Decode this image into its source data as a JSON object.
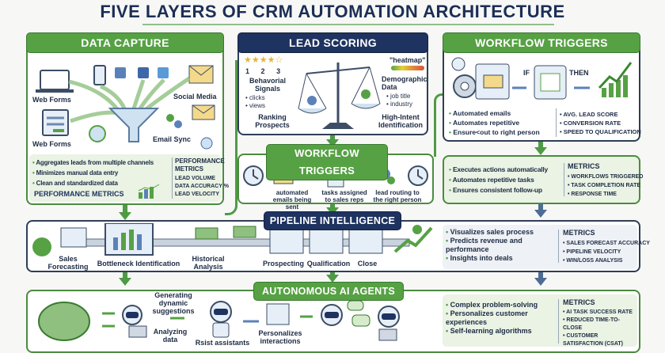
{
  "title": "FIVE LAYERS OF CRM AUTOMATION ARCHITECTURE",
  "colors": {
    "green": "#56a144",
    "navy": "#1f3360",
    "light_green": "#eaf3e4"
  },
  "data_capture": {
    "header": "DATA CAPTURE",
    "labels": [
      "Web Forms",
      "Web Forms",
      "Social Media",
      "Email Sync"
    ],
    "bullets": [
      "Aggregates leads from multiple channels",
      "Minimizes manual data entry",
      "Clean and standardized data"
    ],
    "perf_label": "PERFORMANCE METRICS",
    "metrics_title": "PERFORMANCE METRICS",
    "metrics": [
      "LEAD VOLUME",
      "DATA ACCURACY %",
      "LEAD VELOCITY"
    ]
  },
  "lead_scoring": {
    "header": "LEAD SCORING",
    "star_numbers": [
      "1",
      "2",
      "3"
    ],
    "behavioral": "Behavorial Signals",
    "behavioral_items": [
      "clicks",
      "views"
    ],
    "ranking": "Ranking Prospects",
    "heatmap": "\"heatmap\"",
    "demographic": "Demographic Data",
    "demographic_items": [
      "job title",
      "industry"
    ],
    "high_intent": "High-Intent Identification"
  },
  "workflow_mid": {
    "header": "WORKFLOW TRIGGERS",
    "steps": [
      "automated emails being sent",
      "tasks assigned to sales reps",
      "lead routing to the right person"
    ]
  },
  "workflow_right": {
    "header": "WORKFLOW TRIGGERS",
    "if_label": "IF",
    "then_label": "THEN",
    "bullets": [
      "Automated emails",
      "Automates repetitive",
      "Ensure<out to right person"
    ],
    "metrics": [
      "AVG. LEAD SCORE",
      "CONVERSION RATE",
      "SPEED TO QUALIFICATION"
    ]
  },
  "workflow_metrics": {
    "bullets": [
      "Executes actions automatically",
      "Automates repetitive tasks",
      "Ensures consistent follow-up"
    ],
    "metrics_title": "METRICS",
    "metrics": [
      "WORKFLOWS TRIGGERED",
      "TASK COMPLETION RATE",
      "RESPONSE TIME"
    ]
  },
  "pipeline": {
    "header": "PIPELINE INTELLIGENCE",
    "labels": [
      "Sales Forecasting",
      "Bottleneck Identification",
      "Historical Analysis",
      "Prospecting",
      "Qualification",
      "Close"
    ],
    "bullets": [
      "Visualizes sales process",
      "Predicts revenue and performance",
      "Insights into deals"
    ],
    "metrics_title": "METRICS",
    "metrics": [
      "SALES FORECAST ACCURACY",
      "PIPELINE VELOCITY",
      "WIN/LOSS ANALYSIS"
    ]
  },
  "agents": {
    "header": "AUTONOMOUS AI AGENTS",
    "labels": [
      "Generating dynamic suggestions",
      "Analyzing data",
      "Rsist assistants",
      "Personalizes interactions"
    ],
    "bullets": [
      "Complex problem-solving",
      "Personalizes customer experiences",
      "Self-learning algorithms"
    ],
    "metrics_title": "METRICS",
    "metrics": [
      "AI TASK SUCCESS RATE",
      "REDUCED TIME-TO-CLOSE",
      "CUSTOMER SATISFACTION (CSAT)"
    ]
  }
}
